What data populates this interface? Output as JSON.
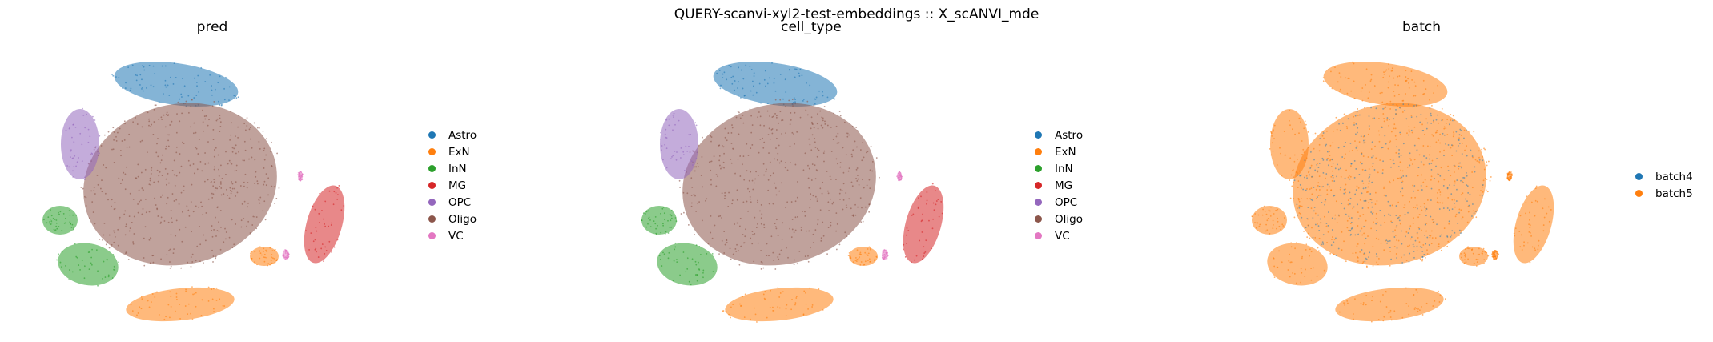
{
  "suptitle": "QUERY-scanvi-xyl2-test-embeddings :: X_scANVI_mde",
  "chart_data": [
    {
      "type": "scatter",
      "title": "pred",
      "legend": "right",
      "grid": false,
      "series": [
        {
          "name": "Astro",
          "color": "#1f77b4"
        },
        {
          "name": "ExN",
          "color": "#ff7f0e"
        },
        {
          "name": "InN",
          "color": "#2ca02c"
        },
        {
          "name": "MG",
          "color": "#d62728"
        },
        {
          "name": "OPC",
          "color": "#9467bd"
        },
        {
          "name": "Oligo",
          "color": "#8c564b"
        },
        {
          "name": "VC",
          "color": "#e377c2"
        }
      ]
    },
    {
      "type": "scatter",
      "title": "cell_type",
      "legend": "right",
      "grid": false,
      "series": [
        {
          "name": "Astro",
          "color": "#1f77b4"
        },
        {
          "name": "ExN",
          "color": "#ff7f0e"
        },
        {
          "name": "InN",
          "color": "#2ca02c"
        },
        {
          "name": "MG",
          "color": "#d62728"
        },
        {
          "name": "OPC",
          "color": "#9467bd"
        },
        {
          "name": "Oligo",
          "color": "#8c564b"
        },
        {
          "name": "VC",
          "color": "#e377c2"
        }
      ]
    },
    {
      "type": "scatter",
      "title": "batch",
      "legend": "right",
      "grid": false,
      "series": [
        {
          "name": "batch4",
          "color": "#1f77b4"
        },
        {
          "name": "batch5",
          "color": "#ff7f0e"
        }
      ]
    }
  ]
}
